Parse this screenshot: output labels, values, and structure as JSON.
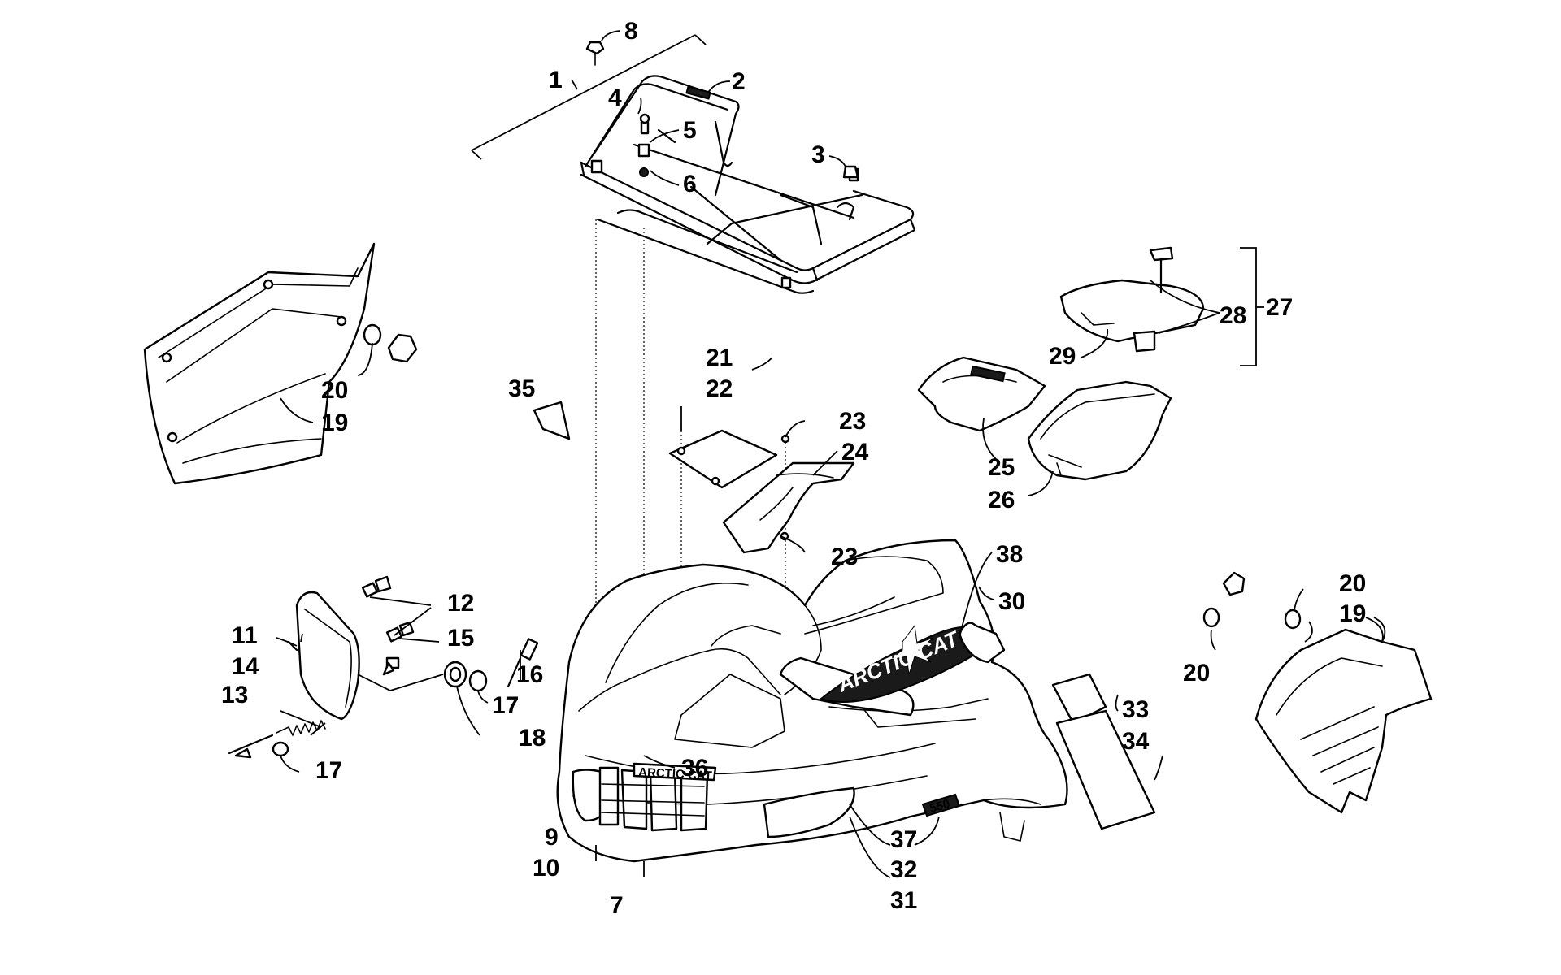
{
  "callouts": {
    "c1": "1",
    "c2": "2",
    "c3": "3",
    "c4": "4",
    "c5": "5",
    "c6": "6",
    "c7": "7",
    "c8": "8",
    "c9": "9",
    "c10": "10",
    "c11": "11",
    "c12": "12",
    "c13": "13",
    "c14": "14",
    "c15": "15",
    "c16": "16",
    "c17a": "17",
    "c17b": "17",
    "c18": "18",
    "c19a": "19",
    "c19b": "19",
    "c20a": "20",
    "c20b": "20",
    "c20c": "20",
    "c21": "21",
    "c22": "22",
    "c23a": "23",
    "c23b": "23",
    "c24": "24",
    "c25": "25",
    "c26": "26",
    "c27": "27",
    "c28": "28",
    "c29": "29",
    "c30": "30",
    "c31": "31",
    "c32": "32",
    "c33": "33",
    "c34": "34",
    "c35": "35",
    "c36": "36",
    "c37": "37",
    "c38": "38"
  },
  "decals": {
    "hood_logo": "ARCTIC CAT",
    "grille_logo": "ARCTIC CAT",
    "model_badge": "550"
  }
}
